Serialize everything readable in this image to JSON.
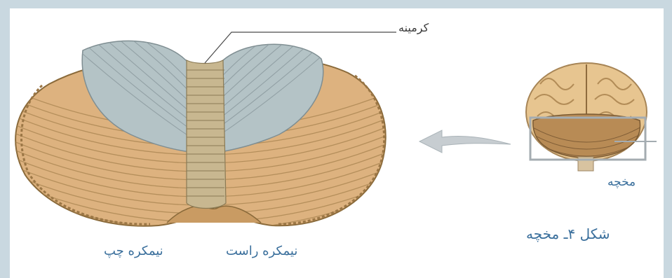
{
  "labels": {
    "vermis": "کرمینه",
    "right_hemisphere": "نیمکره راست",
    "left_hemisphere": "نیمکره چپ",
    "cerebellum": "مخچه",
    "figure_caption": "شکل ۴ـ مخچه"
  },
  "colors": {
    "background": "#c9d8e0",
    "panel": "#ffffff",
    "label_blue": "#3a6f9c",
    "cerebellum_tan": "#ddb27f",
    "vermis_gray": "#b4c3c6",
    "brain_tan": "#e7c590",
    "arrow_gray": "#c7cdd1"
  }
}
